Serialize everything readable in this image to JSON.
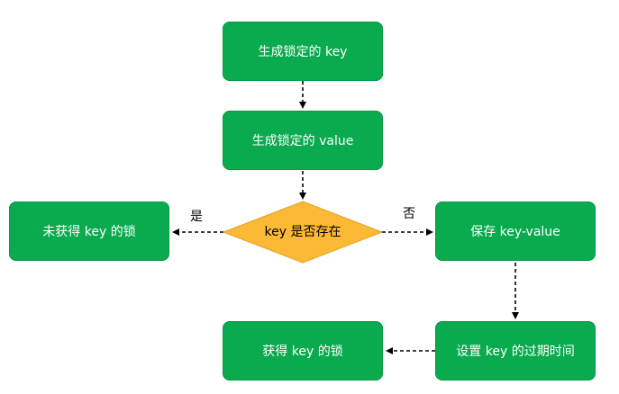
{
  "nodes": {
    "gen_key": "生成锁定的 key",
    "gen_value": "生成锁定的 value",
    "decision": "key 是否存在",
    "not_get_lock": "未获得 key 的锁",
    "save_kv": "保存 key-value",
    "set_expire": "设置 key 的过期时间",
    "get_lock": "获得 key 的锁"
  },
  "edges": {
    "yes_label": "是",
    "no_label": "否"
  },
  "colors": {
    "process_fill": "#0aaa4e",
    "decision_fill": "#fbb935",
    "arrow": "#000000"
  }
}
